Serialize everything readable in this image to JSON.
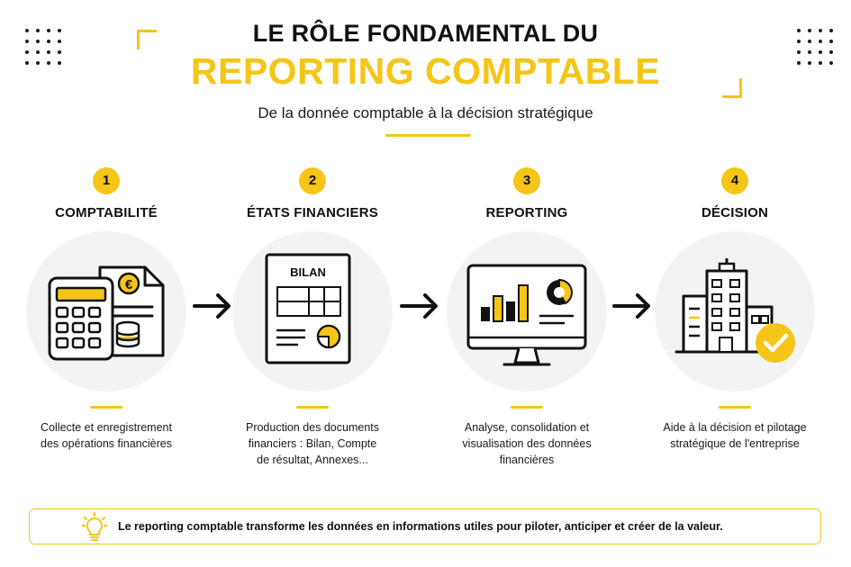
{
  "header": {
    "title_line1": "LE RÔLE FONDAMENTAL DU",
    "title_line2": "REPORTING COMPTABLE",
    "subtitle": "De la donnée comptable à la décision stratégique"
  },
  "steps": [
    {
      "number": "1",
      "label": "COMPTABILITÉ",
      "icon": "calculator-document-icon",
      "icon_text": "€",
      "desc_lines": [
        "Collecte et enregistrement",
        "des opérations financières"
      ]
    },
    {
      "number": "2",
      "label": "ÉTATS FINANCIERS",
      "icon": "balance-sheet-icon",
      "icon_text": "BILAN",
      "desc_lines": [
        "Production des documents",
        "financiers : Bilan, Compte",
        "de résultat, Annexes..."
      ]
    },
    {
      "number": "3",
      "label": "REPORTING",
      "icon": "dashboard-monitor-icon",
      "desc_lines": [
        "Analyse, consolidation et",
        "visualisation des données",
        "financières"
      ]
    },
    {
      "number": "4",
      "label": "DÉCISION",
      "icon": "building-check-icon",
      "desc_lines": [
        "Aide à la décision et pilotage",
        "stratégique de l'entreprise"
      ]
    }
  ],
  "footer": {
    "icon": "lightbulb-icon",
    "text": "Le reporting comptable transforme les données en informations utiles pour piloter, anticiper et créer de la valeur."
  },
  "colors": {
    "accent": "#F5C518",
    "text": "#111111",
    "circle_bg": "#f3f3f3"
  }
}
